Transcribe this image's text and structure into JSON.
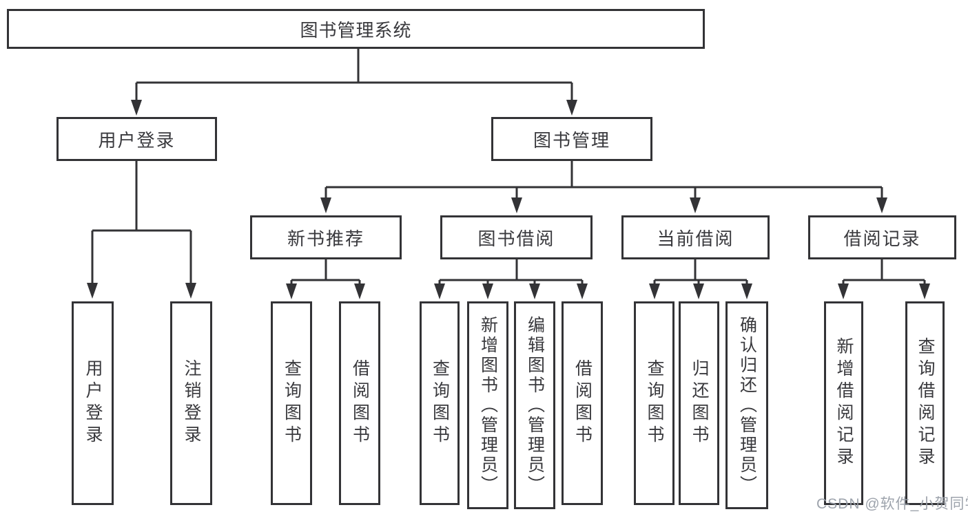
{
  "diagram": {
    "title": "图书管理系统",
    "watermark": "CSDN @软件_小贺同学",
    "colors": {
      "line": "#333336",
      "text": "#39393d",
      "watermark": "#989EA8",
      "background": "#ffffff"
    },
    "branches": [
      {
        "label": "用户登录",
        "children": [
          {
            "label": "用户登录"
          },
          {
            "label": "注销登录"
          }
        ]
      },
      {
        "label": "图书管理",
        "children": [
          {
            "label": "新书推荐",
            "children": [
              {
                "label": "查询图书"
              },
              {
                "label": "借阅图书"
              }
            ]
          },
          {
            "label": "图书借阅",
            "children": [
              {
                "label": "查询图书"
              },
              {
                "label": "新增图书（管理员）"
              },
              {
                "label": "编辑图书（管理员）"
              },
              {
                "label": "借阅图书"
              }
            ]
          },
          {
            "label": "当前借阅",
            "children": [
              {
                "label": "查询图书"
              },
              {
                "label": "归还图书"
              },
              {
                "label": "确认归还（管理员）"
              }
            ]
          },
          {
            "label": "借阅记录",
            "children": [
              {
                "label": "新增借阅记录"
              },
              {
                "label": "查询借阅记录"
              }
            ]
          }
        ]
      }
    ]
  }
}
